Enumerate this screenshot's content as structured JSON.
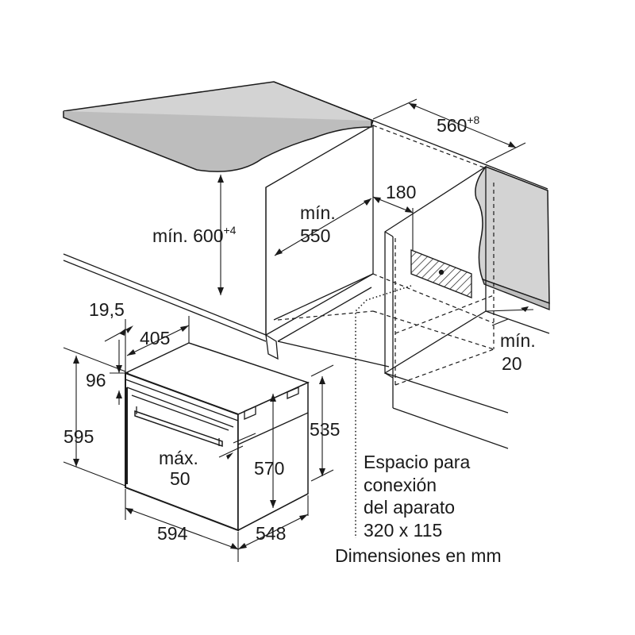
{
  "labels": {
    "min_height": "mín. 600",
    "min_height_tol": "+4",
    "min_depth_a": "mín.",
    "min_depth_b": "550",
    "width_niche": "560",
    "width_niche_tol": "+8",
    "gap_180": "180",
    "min_side_a": "mín.",
    "min_side_b": "20",
    "d_19_5": "19,5",
    "d_405": "405",
    "d_96": "96",
    "d_595": "595",
    "d_535": "535",
    "max_a": "máx.",
    "max_b": "50",
    "d_570": "570",
    "d_594": "594",
    "d_548": "548"
  },
  "note": {
    "line1": "Espacio para",
    "line2": "conexión",
    "line3": "del aparato",
    "line4": "320 x 115",
    "units": "Dimensiones en mm"
  }
}
